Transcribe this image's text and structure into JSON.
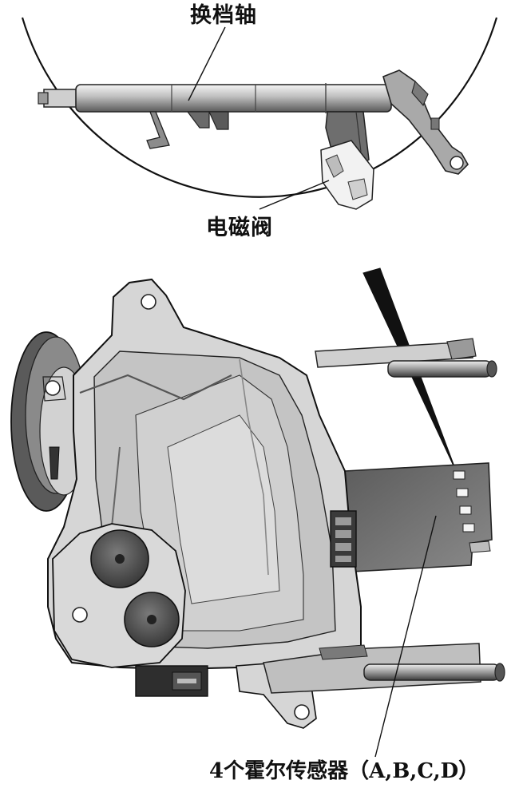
{
  "labels": {
    "shift_shaft": "换档轴",
    "solenoid_valve": "电磁阀",
    "hall_sensors": "4个霍尔传感器（A,B,C,D）"
  },
  "colors": {
    "background": "#ffffff",
    "line": "#111111",
    "housing_light": "#d6d6d6",
    "housing_mid": "#bdbdbd",
    "housing_dark": "#6e6e6e",
    "metal_dark": "#4a4a4a"
  }
}
